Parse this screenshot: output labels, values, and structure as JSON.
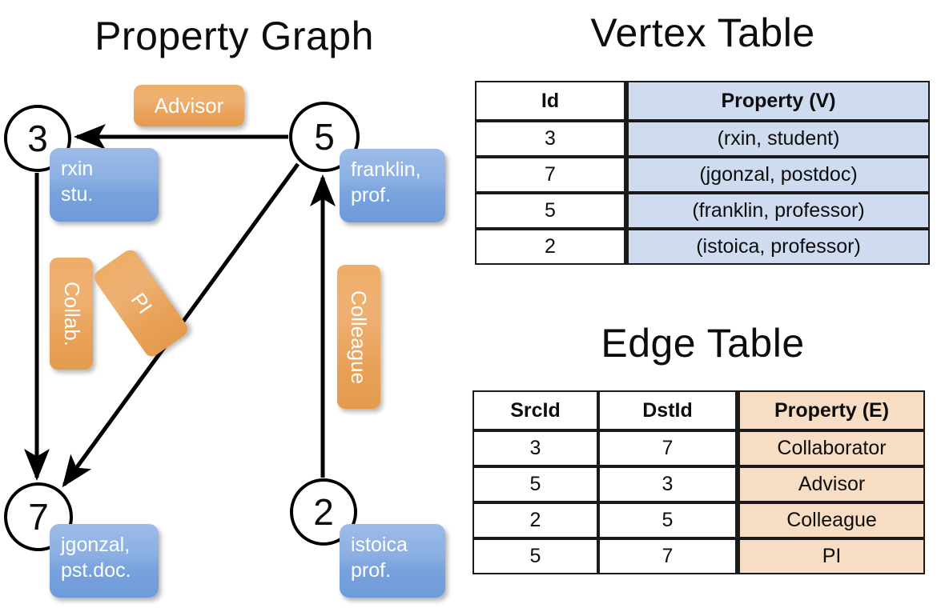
{
  "titles": {
    "property_graph": "Property Graph",
    "vertex_table": "Vertex Table",
    "edge_table": "Edge Table"
  },
  "colors": {
    "vertex_property_fill": "#cfdcf0",
    "edge_property_fill": "#f7ddc3",
    "node_box_blue": "#8cb0e3",
    "edge_label_orange": "#eeae68",
    "stroke": "#000000"
  },
  "graph": {
    "nodes": [
      {
        "id": "3",
        "label": "3",
        "property_line1": "rxin",
        "property_line2": "stu.",
        "property_text": "rxin\nstu."
      },
      {
        "id": "5",
        "label": "5",
        "property_line1": "franklin,",
        "property_line2": "prof.",
        "property_text": "franklin,\nprof."
      },
      {
        "id": "7",
        "label": "7",
        "property_line1": "jgonzal,",
        "property_line2": "pst.doc.",
        "property_text": "jgonzal,\npst.doc."
      },
      {
        "id": "2",
        "label": "2",
        "property_line1": "istoica",
        "property_line2": "prof.",
        "property_text": "istoica\nprof."
      }
    ],
    "edge_labels": {
      "advisor": "Advisor",
      "collab": "Collab.",
      "pi": "PI",
      "colleague": "Colleague"
    },
    "edges": [
      {
        "src": "5",
        "dst": "3",
        "label": "Advisor"
      },
      {
        "src": "3",
        "dst": "7",
        "label": "Collab."
      },
      {
        "src": "5",
        "dst": "7",
        "label": "PI"
      },
      {
        "src": "2",
        "dst": "5",
        "label": "Colleague"
      }
    ]
  },
  "vertex_table": {
    "headers": [
      "Id",
      "Property (V)"
    ],
    "rows": [
      {
        "id": "3",
        "property": "(rxin, student)"
      },
      {
        "id": "7",
        "property": "(jgonzal, postdoc)"
      },
      {
        "id": "5",
        "property": "(franklin, professor)"
      },
      {
        "id": "2",
        "property": "(istoica, professor)"
      }
    ]
  },
  "edge_table": {
    "headers": [
      "SrcId",
      "DstId",
      "Property (E)"
    ],
    "rows": [
      {
        "src": "3",
        "dst": "7",
        "property": "Collaborator"
      },
      {
        "src": "5",
        "dst": "3",
        "property": "Advisor"
      },
      {
        "src": "2",
        "dst": "5",
        "property": "Colleague"
      },
      {
        "src": "5",
        "dst": "7",
        "property": "PI"
      }
    ]
  }
}
